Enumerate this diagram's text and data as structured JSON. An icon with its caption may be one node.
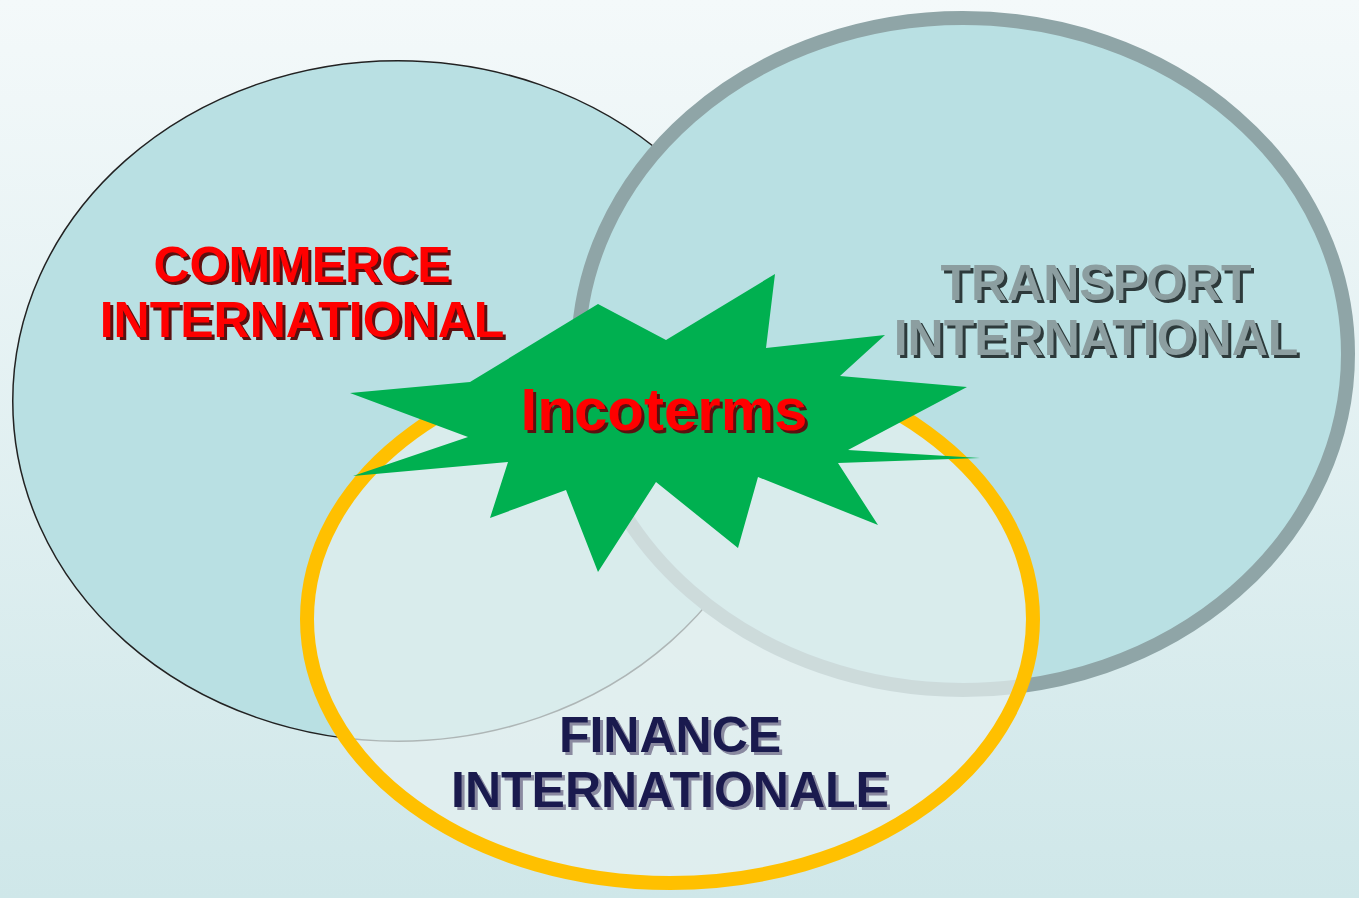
{
  "diagram": {
    "nodes": [
      {
        "text": [
          "COMMERCE INTERNATIONAL"
        ]
      },
      {
        "text": [
          "TRANSPORT INTERNATIONAL"
        ]
      },
      {
        "text": [
          "FINANCE INTERNATIONALE"
        ]
      },
      {
        "text": [
          "Incoterms"
        ]
      }
    ]
  }
}
